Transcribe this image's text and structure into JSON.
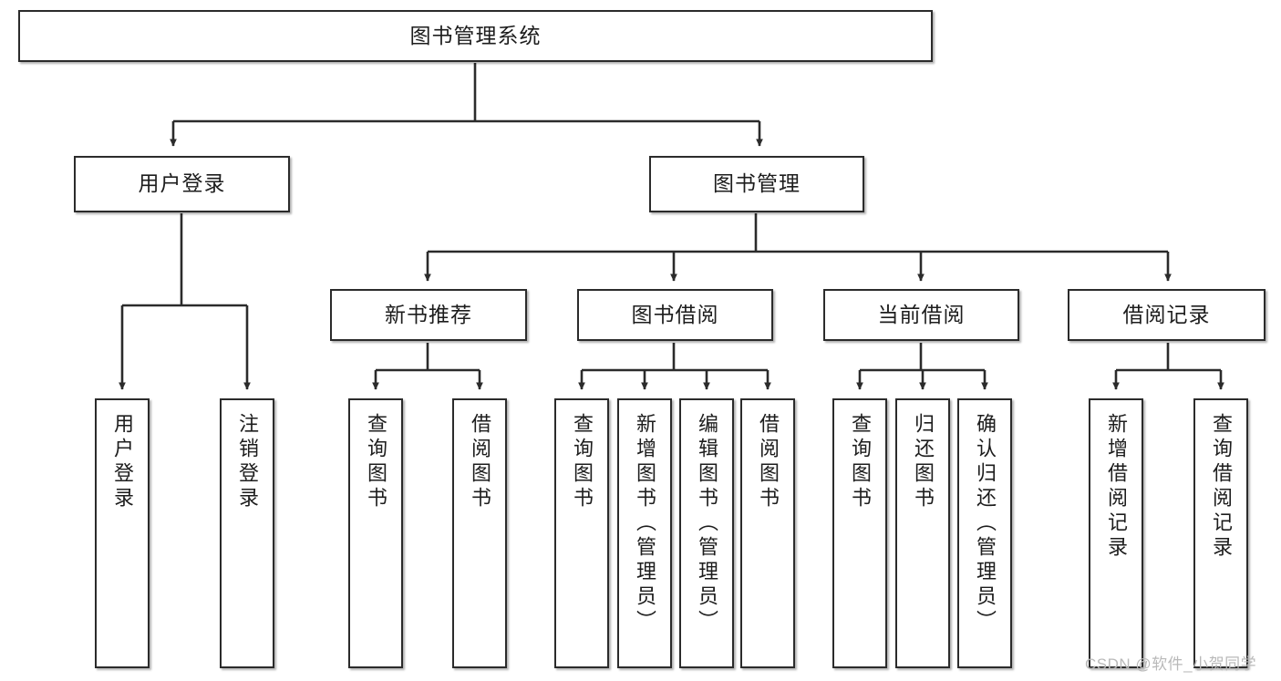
{
  "diagram": {
    "title": "图书管理系统",
    "type": "tree-hierarchy-diagram",
    "style": {
      "box_border_color": "#2b2b2b",
      "box_fill_color": "#ffffff",
      "connector_color": "#2b2b2b",
      "background_color": "#ffffff",
      "watermark_color": "#b9b9b9"
    },
    "root": {
      "label": "图书管理系统"
    },
    "level1": [
      {
        "id": "user-login",
        "label": "用户登录"
      },
      {
        "id": "book-manage",
        "label": "图书管理"
      }
    ],
    "level2": [
      {
        "id": "new-book-recommend",
        "label": "新书推荐"
      },
      {
        "id": "book-borrow",
        "label": "图书借阅"
      },
      {
        "id": "current-borrow",
        "label": "当前借阅"
      },
      {
        "id": "borrow-record",
        "label": "借阅记录"
      }
    ],
    "leaves": {
      "user_login": [
        {
          "id": "leaf-user-login",
          "label": "用户登录"
        },
        {
          "id": "leaf-logout-login",
          "label": "注销登录"
        }
      ],
      "new_book_recommend": [
        {
          "id": "leaf-query-book-1",
          "label": "查询图书"
        },
        {
          "id": "leaf-borrow-book-1",
          "label": "借阅图书"
        }
      ],
      "book_borrow": [
        {
          "id": "leaf-query-book-2",
          "label": "查询图书"
        },
        {
          "id": "leaf-add-book",
          "label": "新增图书（管理员）"
        },
        {
          "id": "leaf-edit-book",
          "label": "编辑图书（管理员）"
        },
        {
          "id": "leaf-borrow-book-2",
          "label": "借阅图书"
        }
      ],
      "current_borrow": [
        {
          "id": "leaf-query-book-3",
          "label": "查询图书"
        },
        {
          "id": "leaf-return-book",
          "label": "归还图书"
        },
        {
          "id": "leaf-confirm-return",
          "label": "确认归还（管理员）"
        }
      ],
      "borrow_record": [
        {
          "id": "leaf-add-record",
          "label": "新增借阅记录"
        },
        {
          "id": "leaf-query-record",
          "label": "查询借阅记录"
        }
      ]
    }
  },
  "watermark": {
    "text": "CSDN @软件_小贺同学"
  }
}
